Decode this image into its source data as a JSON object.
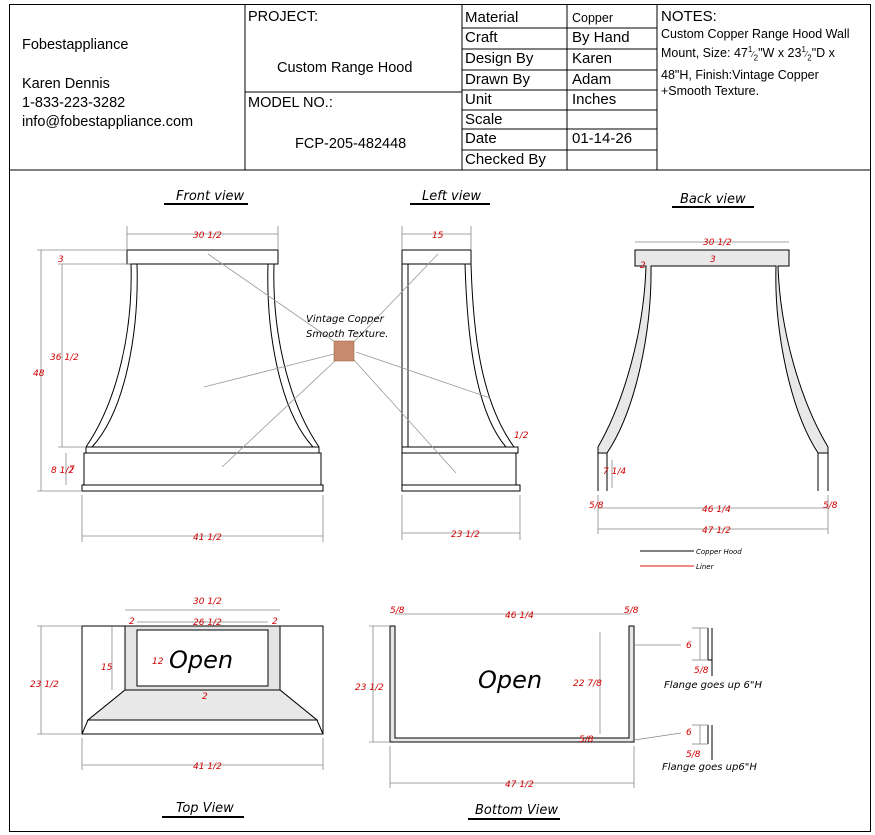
{
  "header": {
    "company": "Fobestappliance",
    "contact_name": "Karen Dennis",
    "phone": "1-833-223-3282",
    "email": "info@fobestappliance.com",
    "project_label": "PROJECT:",
    "project_value": "Custom Range Hood",
    "model_label": "MODEL NO.:",
    "model_value": "FCP-205-482448",
    "table": [
      {
        "key": "Material",
        "value": "Copper"
      },
      {
        "key": "Craft",
        "value": "By Hand"
      },
      {
        "key": "Design By",
        "value": "Karen"
      },
      {
        "key": "Drawn By",
        "value": "Adam"
      },
      {
        "key": "Unit",
        "value": "Inches"
      },
      {
        "key": "Scale",
        "value": ""
      },
      {
        "key": "Date",
        "value": "01-14-26"
      },
      {
        "key": "Checked By",
        "value": ""
      }
    ],
    "notes_title": "NOTES:",
    "notes_pre": "Custom Copper Range Hood Wall Mount, Size: 47",
    "notes_mid": "\"W x 23",
    "notes_post": "\"D x 48\"H, Finish:Vintage Copper +Smooth Texture.",
    "notes_frac": "1/2"
  },
  "views": {
    "front": "Front view",
    "left": "Left view",
    "back": "Back view",
    "top": "Top View",
    "bottom": "Bottom View"
  },
  "finish_label_1": "Vintage Copper",
  "finish_label_2": "Smooth Texture.",
  "swatch_color": "#c98a6e",
  "legend": {
    "hood": "Copper Hood",
    "liner": "Liner",
    "hood_color": "#000000",
    "liner_color": "#e01010"
  },
  "open_label": "Open",
  "flange_note_1": "Flange goes up 6\"H",
  "flange_note_2": "Flange goes up6\"H",
  "dims": {
    "front_top": "30 1/2",
    "front_corner": "3",
    "front_height": "48",
    "front_curve": "36 1/2",
    "front_base": "8 1/2",
    "front_base_inner": "7",
    "front_bottom": "41 1/2",
    "left_top": "15",
    "left_side": "1/2",
    "left_bottom": "23 1/2",
    "back_top": "30 1/2",
    "back_corner1": "2",
    "back_corner2": "3",
    "back_leg": "7 1/4",
    "back_side_l": "5/8",
    "back_side_r": "5/8",
    "back_inner": "46 1/4",
    "back_bottom": "47 1/2",
    "top_top": "30 1/2",
    "top_inner": "26 1/2",
    "top_side_l": "2",
    "top_side_r": "2",
    "top_depth": "23 1/2",
    "top_inner_depth": "15",
    "top_open_h": "12",
    "top_bottom_edge": "2",
    "top_bottom": "41 1/2",
    "bot_left": "5/8",
    "bot_right": "5/8",
    "bot_inner": "46 1/4",
    "bot_depth": "23 1/2",
    "bot_inner_depth": "22 7/8",
    "bot_corner": "5/8",
    "bot_bottom": "47 1/2",
    "flange_h1": "6",
    "flange_t1": "5/8",
    "flange_h2": "6",
    "flange_t2": "5/8"
  }
}
